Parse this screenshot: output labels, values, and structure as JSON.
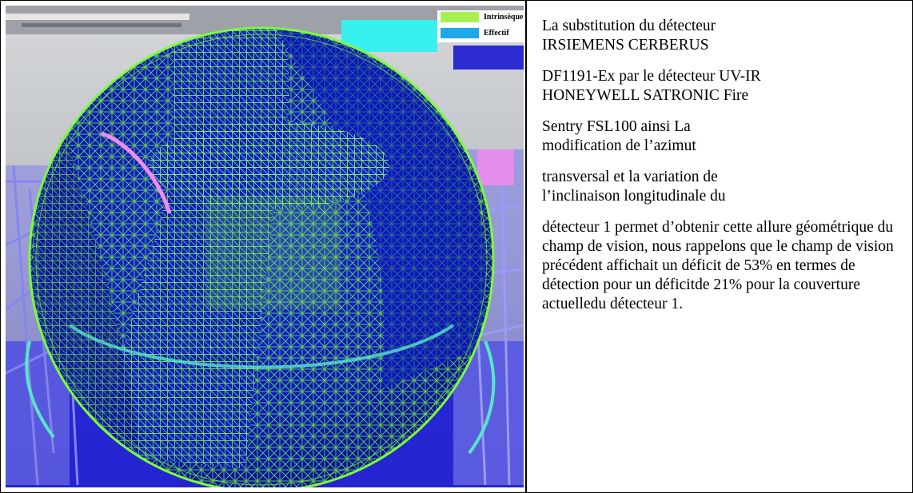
{
  "figure": {
    "legend": {
      "items": [
        {
          "label": "Intrinsèque",
          "color": "#a8f050"
        },
        {
          "label": "Effectif",
          "color": "#1fa8e8"
        }
      ]
    },
    "colors": {
      "mesh": "#7dfc3a",
      "sphere": "#0a1ad0",
      "structure": "#7e7ef0",
      "background": "#c8cbd0",
      "accent_pink": "#f08cf0",
      "accent_cyan": "#29f0f0"
    }
  },
  "text": {
    "paragraphs": [
      "La substitution du détecteur IRSIEMENS CERBERUS",
      "DF1191-Ex par le détecteur UV-IR HONEYWELL SATRONIC Fire",
      "Sentry FSL100 ainsi La modification de l’azimut",
      "transversal et la variation de l’inclinaison longitudinale du",
      "détecteur 1 permet d’obtenir cette allure géométrique du champ de vision, nous rappelons que le champ de vision précédent affichait un déficit de 53% en termes de détection pour un déficitde 21% pour la couverture actuelledu détecteur 1."
    ]
  }
}
